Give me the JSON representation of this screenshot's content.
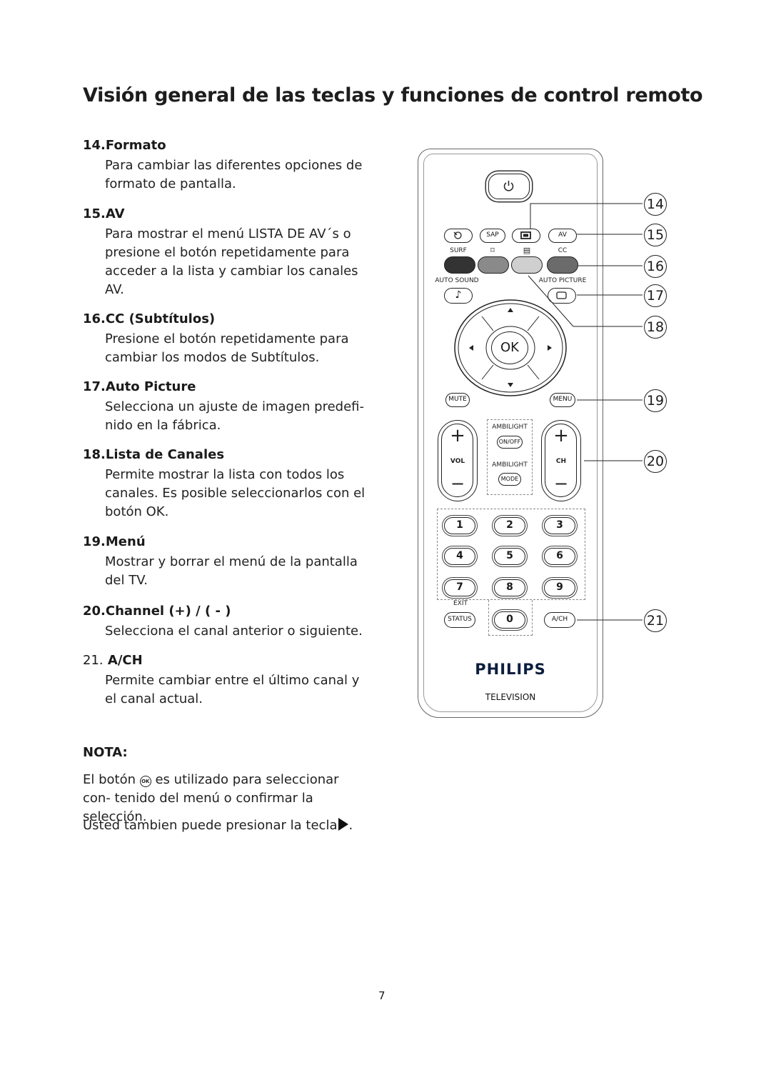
{
  "title": "Visión general de las teclas y funciones de control remoto",
  "sections": [
    {
      "num": "14.",
      "heading": "Formato",
      "body": "Para cambiar las diferentes opciones de formato de pantalla."
    },
    {
      "num": "15.",
      "heading": "AV",
      "body": "Para mostrar el menú LISTA DE AV´s o presione el botón repetidamente para acceder a la lista y cambiar los canales AV."
    },
    {
      "num": "16.",
      "heading": "CC (Subtítulos)",
      "body": "Presione el botón repetidamente para cambiar los modos de Subtítulos."
    },
    {
      "num": "17.",
      "heading": "Auto Picture",
      "body": "Selecciona un ajuste de imagen predefi- nido en la fábrica."
    },
    {
      "num": "18.",
      "heading": "Lista de Canales",
      "body": "Permite mostrar la lista con todos los canales. Es posible seleccionarlos con el botón OK."
    },
    {
      "num": "19.",
      "heading": "Menú",
      "body": "Mostrar y borrar el menú de la pantalla del TV."
    },
    {
      "num": "20.",
      "heading": "Channel (+) / ( - )",
      "body": "Selecciona el canal anterior o  siguiente."
    },
    {
      "num": "21.",
      "heading": "A/CH",
      "body": "Permite cambiar entre el último canal y el canal actual."
    }
  ],
  "nota": {
    "heading": "NOTA:",
    "p1_before": "El botón",
    "ok_glyph": "OK",
    "p1_after": "es utilizado para seleccionar con- tenido del menú o confirmar la selección.",
    "p2": "Usted tambien puede presionar la tecla",
    "p2_end": "."
  },
  "page_number": "7",
  "remote": {
    "brand": "PHILIPS",
    "brand_sub": "TELEVISION",
    "labels": {
      "sap": "SAP",
      "av": "AV",
      "surf": "SURF",
      "cc": "CC",
      "auto_sound": "AUTO SOUND",
      "auto_picture": "AUTO PICTURE",
      "ok": "OK",
      "mute": "MUTE",
      "menu": "MENU",
      "ambilight1": "AMBILIGHT",
      "onoff": "ON/OFF",
      "ambilight2": "AMBILIGHT",
      "mode": "MODE",
      "vol": "VOL",
      "ch": "CH",
      "exit": "EXIT",
      "status": "STATUS",
      "ach": "A/CH",
      "plus": "+",
      "minus": "−"
    },
    "numkeys": [
      "1",
      "2",
      "3",
      "4",
      "5",
      "6",
      "7",
      "8",
      "9",
      "0"
    ],
    "callouts": [
      "14",
      "15",
      "16",
      "17",
      "18",
      "19",
      "20",
      "21"
    ],
    "color_buttons": [
      "#333333",
      "#8a8a8a",
      "#cfcfcf",
      "#6b6b6b"
    ]
  }
}
